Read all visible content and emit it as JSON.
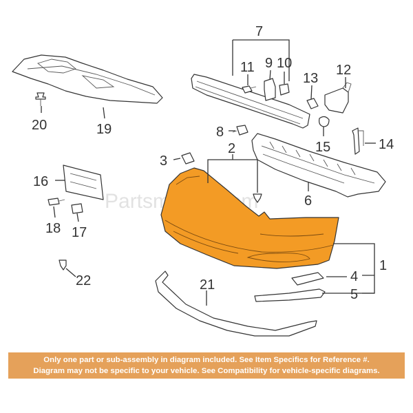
{
  "watermark": "Partsmotive.com",
  "callouts": {
    "c1": "1",
    "c2": "2",
    "c3": "3",
    "c4": "4",
    "c5": "5",
    "c6": "6",
    "c7": "7",
    "c8": "8",
    "c9": "9",
    "c10": "10",
    "c11": "11",
    "c12": "12",
    "c13": "13",
    "c14": "14",
    "c15": "15",
    "c16": "16",
    "c17": "17",
    "c18": "18",
    "c19": "19",
    "c20": "20",
    "c21": "21",
    "c22": "22"
  },
  "notice": {
    "line1": "Only one part or sub-assembly in diagram included. See Item Specifics for Reference #.",
    "line2": "Diagram may not be specific to your vehicle. See Compatibility for vehicle-specific diagrams."
  },
  "colors": {
    "highlight_part": "#f39b25",
    "notice_bg": "#e5a15a",
    "line": "#333333"
  }
}
